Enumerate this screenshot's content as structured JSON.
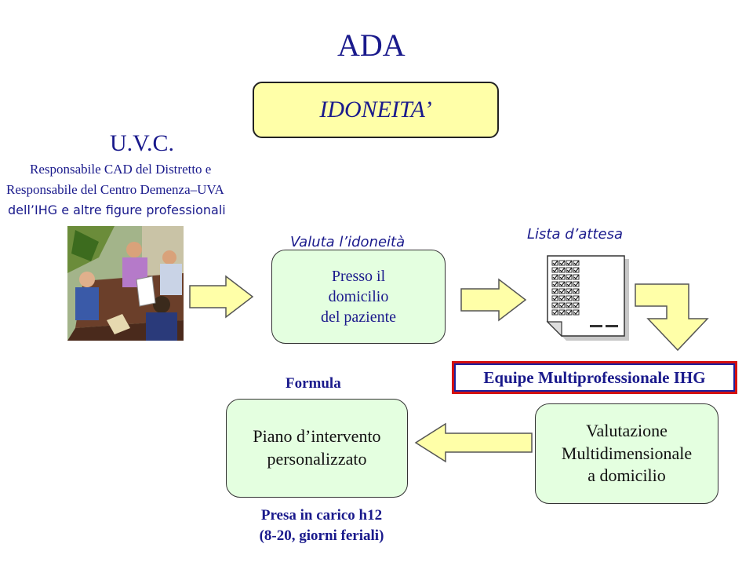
{
  "title": "ADA",
  "uvc": {
    "title": "U.V.C.",
    "lines": [
      "Responsabile CAD del Distretto e",
      "Responsabile del Centro Demenza–UVA",
      "dell’IHG e altre figure professionali"
    ]
  },
  "idoneita": {
    "label": "IDONEITA’"
  },
  "valuta": {
    "label": "Valuta l’idoneità",
    "box_lines": [
      "Presso il",
      "domicilio",
      "del paziente"
    ]
  },
  "lista": {
    "label": "Lista d’attesa"
  },
  "equipe": {
    "label": "Equipe Multiprofessionale IHG"
  },
  "valutazione": {
    "lines": [
      "Valutazione",
      "Multidimensionale",
      "a domicilio"
    ]
  },
  "formula": {
    "label": "Formula"
  },
  "piano": {
    "lines": [
      "Piano d’intervento",
      "personalizzato"
    ]
  },
  "presa": {
    "lines": [
      "Presa in carico h12",
      "(8-20, giorni feriali)"
    ]
  },
  "colors": {
    "arrow_fill": "#ffffa8",
    "box_green": "#e4ffe0",
    "header_yellow": "#ffffa8",
    "text_navy": "#1a1a8c",
    "equipe_border": "#d41111"
  },
  "icons": [
    "meeting-clipart",
    "checklist-document-icon"
  ]
}
